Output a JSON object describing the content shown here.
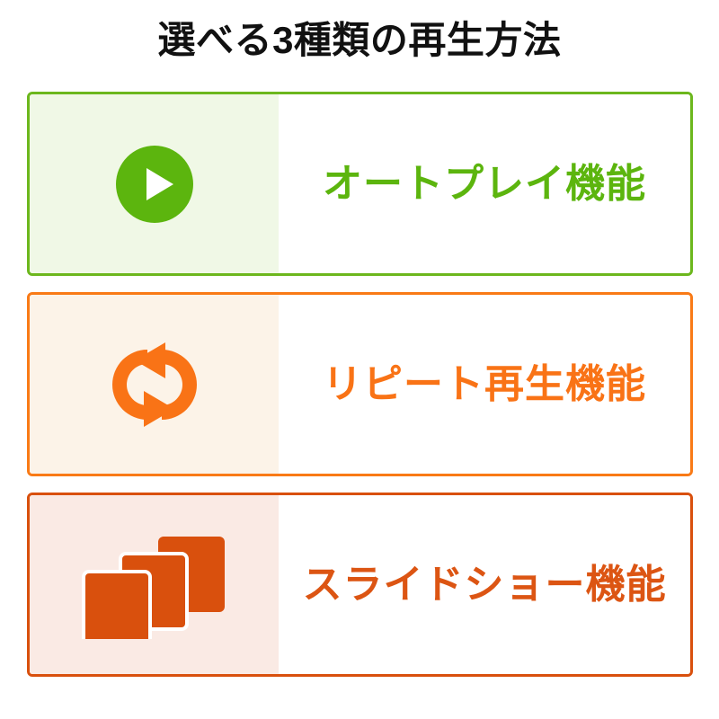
{
  "page": {
    "title": "選べる3種類の再生方法",
    "background_color": "#ffffff",
    "title_color": "#111111"
  },
  "cards": [
    {
      "id": "autoplay",
      "label": "オートプレイ機能",
      "icon": "play-circle-icon",
      "border_color": "#6cb71d",
      "tint_color": "#f0f8e6",
      "text_color": "#5cb50e",
      "icon_color": "#5cb50e"
    },
    {
      "id": "repeat",
      "label": "リピート再生機能",
      "icon": "repeat-loop-icon",
      "border_color": "#f97a16",
      "tint_color": "#fcf3e8",
      "text_color": "#f97316",
      "icon_color": "#f97316"
    },
    {
      "id": "slideshow",
      "label": "スライドショー機能",
      "icon": "stacked-slides-icon",
      "border_color": "#d9500d",
      "tint_color": "#faeae4",
      "text_color": "#dc5513",
      "icon_color": "#d9500d"
    }
  ]
}
